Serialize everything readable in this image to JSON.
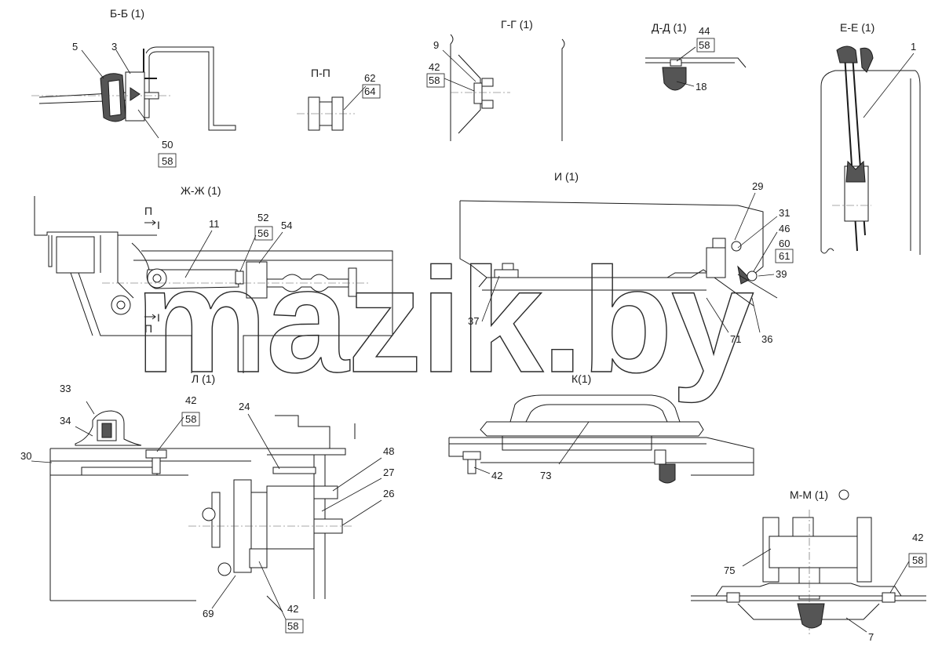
{
  "sections": {
    "bb": "Б-Б (1)",
    "pp": "П-П",
    "gg": "Г-Г (1)",
    "dd": "Д-Д (1)",
    "ee": "Е-Е (1)",
    "zhzh": "Ж-Ж (1)",
    "i": "И (1)",
    "l": "Л (1)",
    "k": "К(1)",
    "mm": "М-М  (1)"
  },
  "view_marks": {
    "p_top": "П",
    "p_bottom": "П",
    "roman": "I"
  },
  "parts": {
    "p1": "1",
    "p3": "3",
    "p5": "5",
    "p7": "7",
    "p9": "9",
    "p11": "11",
    "p18": "18",
    "p24": "24",
    "p26": "26",
    "p27": "27",
    "p29": "29",
    "p30": "30",
    "p31": "31",
    "p33": "33",
    "p34": "34",
    "p36": "36",
    "p37": "37",
    "p39": "39",
    "p42": "42",
    "p44": "44",
    "p46": "46",
    "p48": "48",
    "p50": "50",
    "p52": "52",
    "p54": "54",
    "p56": "56",
    "p58": "58",
    "p60": "60",
    "p61": "61",
    "p62": "62",
    "p64": "64",
    "p69": "69",
    "p71": "71",
    "p73": "73",
    "p75": "75"
  },
  "watermark": "mazik.by"
}
